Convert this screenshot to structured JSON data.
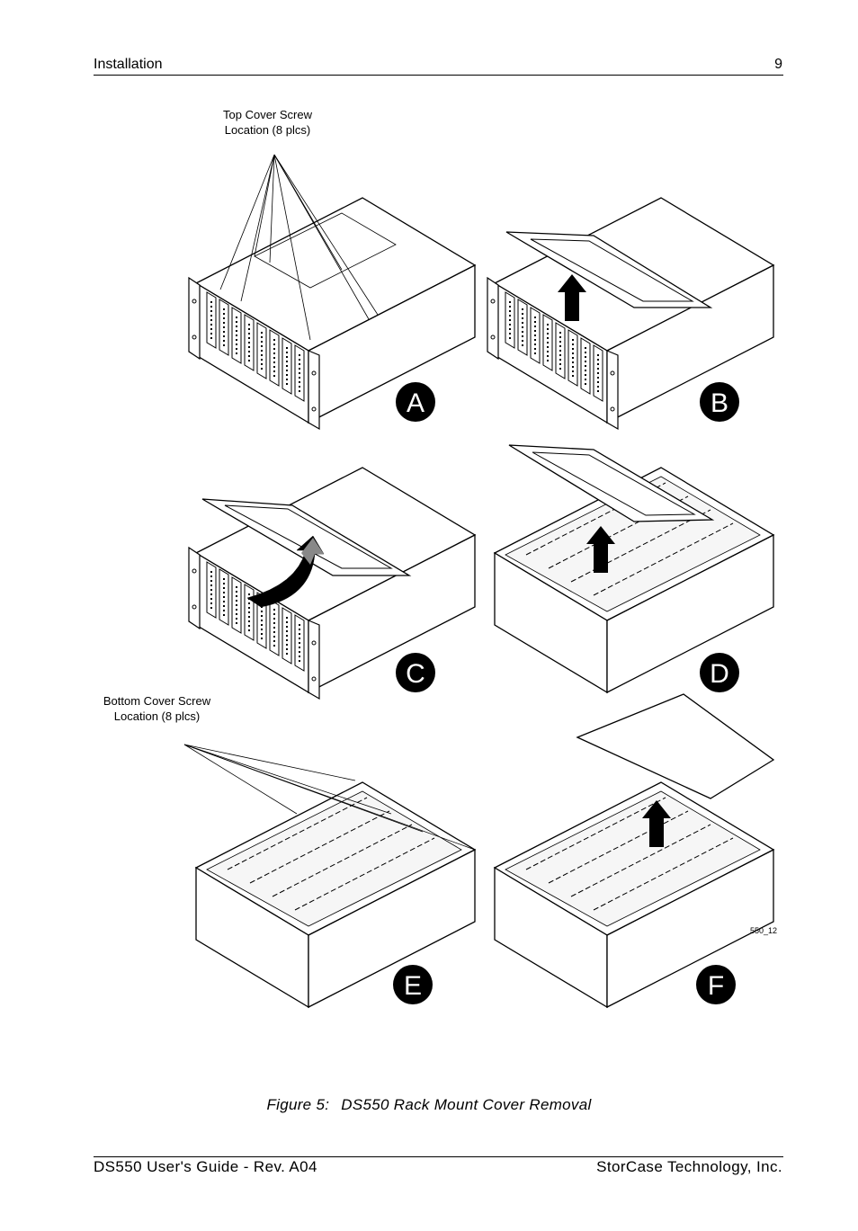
{
  "header": {
    "section": "Installation",
    "page_number": "9"
  },
  "callouts": {
    "top": {
      "line1": "Top Cover Screw",
      "line2": "Location (8 plcs)"
    },
    "bottom": {
      "line1": "Bottom Cover Screw",
      "line2": "Location (8 plcs)"
    }
  },
  "panels": [
    {
      "letter": "A"
    },
    {
      "letter": "B"
    },
    {
      "letter": "C"
    },
    {
      "letter": "D"
    },
    {
      "letter": "E"
    },
    {
      "letter": "F"
    }
  ],
  "figure_code": "550_12",
  "caption": {
    "label": "Figure 5:",
    "title": "DS550 Rack Mount Cover Removal"
  },
  "footer": {
    "left": "DS550 User's Guide - Rev. A04",
    "right": "StorCase Technology, Inc."
  }
}
